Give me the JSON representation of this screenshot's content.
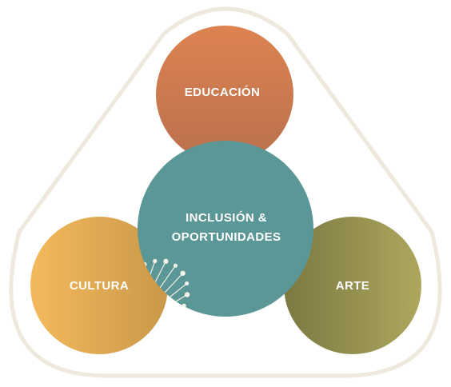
{
  "circles": {
    "education": {
      "label": "EDUCACIÓN"
    },
    "culture": {
      "label": "CULTURA"
    },
    "art": {
      "label": "ARTE"
    },
    "center": {
      "label_line1": "INCLUSIÓN &",
      "label_line2": "OPORTUNIDADES"
    }
  },
  "colors": {
    "frame": "#efe8dc",
    "education_top": "#dd8351",
    "education_bottom": "#b9704e",
    "culture_left": "#f4b95c",
    "culture_right": "#c9984a",
    "art_left": "#7b7842",
    "art_right": "#ada75d",
    "center": "#5b9797",
    "decor": "#f6f1e6"
  }
}
